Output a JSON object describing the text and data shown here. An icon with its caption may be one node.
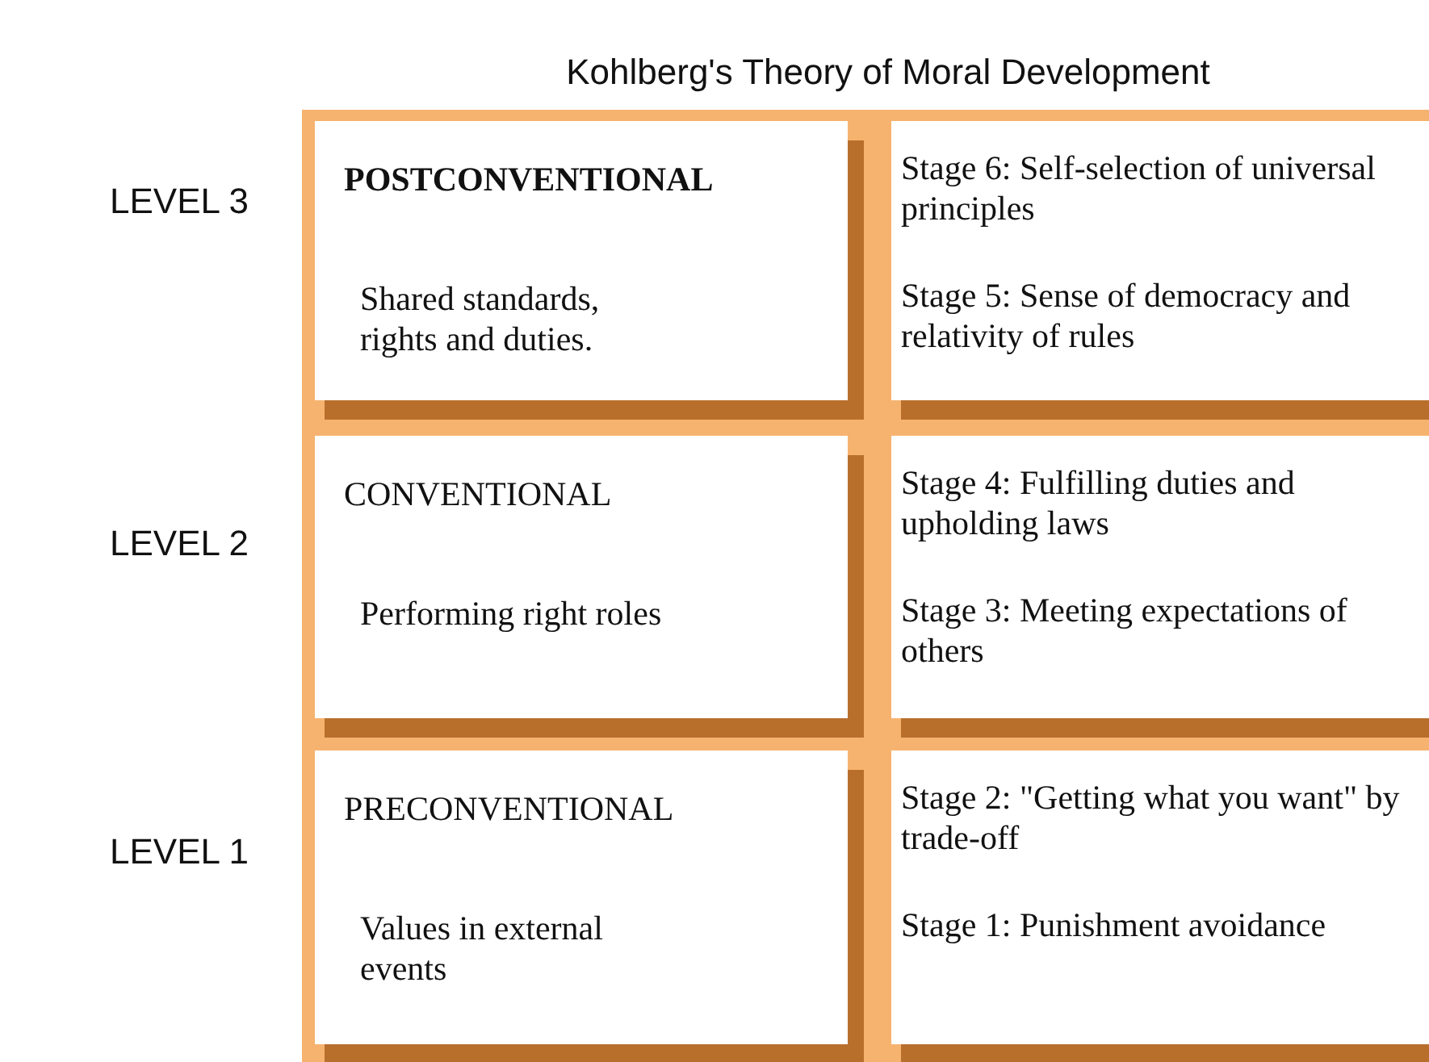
{
  "diagram": {
    "title": "Kohlberg's Theory of Moral Development",
    "nodes": [
      {
        "text": [
          "POSTCONVENTIONAL",
          "Shared standards, rights and duties."
        ]
      },
      {
        "text": [
          "Stage 6: Self-selection of universal principles",
          "Stage 5: Sense of democracy and relativity of rules"
        ]
      },
      {
        "text": [
          "CONVENTIONAL",
          "Performing right roles"
        ]
      },
      {
        "text": [
          "Stage 4: Fulfilling duties and upholding laws",
          "Stage 3: Meeting expectations of others"
        ]
      },
      {
        "text": [
          "PRECONVENTIONAL",
          "Values in external events"
        ]
      },
      {
        "text": [
          "Stage 2: \"Getting what you want\" by trade-off",
          "Stage 1: Punishment avoidance"
        ]
      }
    ],
    "labels": [
      "LEVEL 3",
      "LEVEL 2",
      "LEVEL 1"
    ]
  }
}
